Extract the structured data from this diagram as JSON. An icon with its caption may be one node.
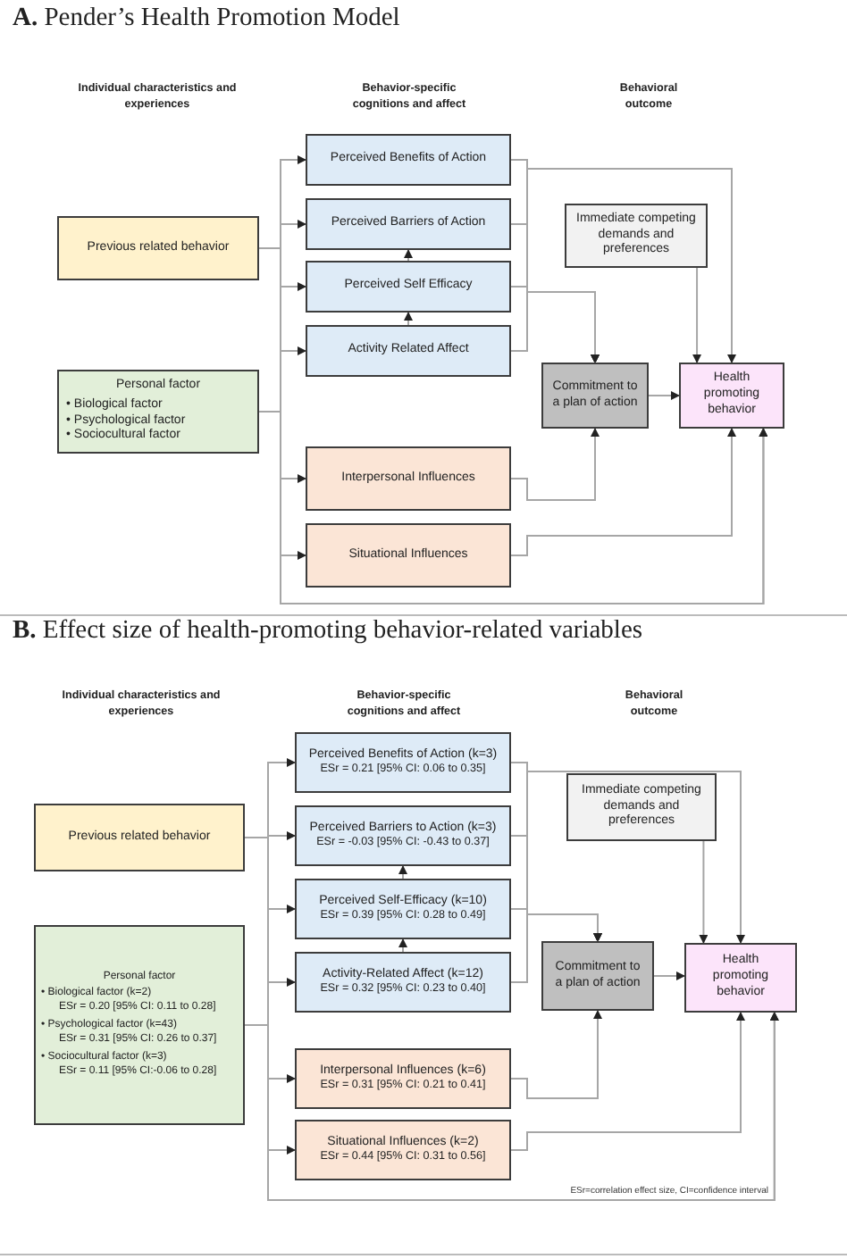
{
  "diagram": {
    "nodes": [
      {
        "text": [
          "Previous related behavior"
        ]
      },
      {
        "text": [
          "Personal factor",
          "• Biological factor",
          "• Psychological factor",
          "• Sociocultural factor"
        ]
      },
      {
        "text": [
          "Perceived Benefits of Action"
        ]
      },
      {
        "text": [
          "Perceived Barriers of Action"
        ]
      },
      {
        "text": [
          "Perceived Self Efficacy"
        ]
      },
      {
        "text": [
          "Activity Related Affect"
        ]
      },
      {
        "text": [
          "Interpersonal Influences"
        ]
      },
      {
        "text": [
          "Situational Influences"
        ]
      },
      {
        "text": [
          "Immediate competing demands and preferences"
        ]
      },
      {
        "text": [
          "Commitment to a plan of action"
        ]
      },
      {
        "text": [
          "Health promoting behavior"
        ]
      },
      {
        "text": [
          "Previous related behavior"
        ]
      },
      {
        "text": [
          "Personal factor",
          "• Biological factor (k=2)",
          "ESr = 0.20 [95% CI: 0.11 to 0.28]",
          "• Psychological factor (k=43)",
          "ESr = 0.31 [95% CI: 0.26 to 0.37]",
          "• Sociocultural factor (k=3)",
          "ESr = 0.11 [95% CI:-0.06 to 0.28]"
        ]
      },
      {
        "text": [
          "Perceived Benefits of Action (k=3)",
          "ESr = 0.21 [95% CI: 0.06 to 0.35]"
        ]
      },
      {
        "text": [
          "Perceived Barriers to Action (k=3)",
          "ESr = -0.03 [95% CI: -0.43 to 0.37]"
        ]
      },
      {
        "text": [
          "Perceived Self-Efficacy (k=10)",
          "ESr = 0.39 [95% CI: 0.28 to 0.49]"
        ]
      },
      {
        "text": [
          "Activity-Related Affect (k=12)",
          "ESr = 0.32 [95% CI: 0.23 to 0.40]"
        ]
      },
      {
        "text": [
          "Interpersonal Influences  (k=6)",
          "ESr = 0.31 [95% CI: 0.21 to 0.41]"
        ]
      },
      {
        "text": [
          "Situational Influences  (k=2)",
          "ESr = 0.44 [95% CI: 0.31 to 0.56]"
        ]
      },
      {
        "text": [
          "Immediate competing demands and preferences"
        ]
      },
      {
        "text": [
          "Commitment to a plan of action"
        ]
      },
      {
        "text": [
          "Health promoting behavior"
        ]
      }
    ],
    "edges": [
      {
        "from": 0,
        "to": 2,
        "arrow": "to"
      },
      {
        "from": 0,
        "to": 3,
        "arrow": "to"
      },
      {
        "from": 0,
        "to": 4,
        "arrow": "to"
      },
      {
        "from": 0,
        "to": 5,
        "arrow": "to"
      },
      {
        "from": 1,
        "to": 6,
        "arrow": "to"
      },
      {
        "from": 1,
        "to": 7,
        "arrow": "to"
      },
      {
        "from": 0,
        "to": 10,
        "arrow": "to"
      },
      {
        "from": 1,
        "to": 10,
        "arrow": "to"
      },
      {
        "from": 4,
        "to": 3,
        "arrow": "to"
      },
      {
        "from": 5,
        "to": 4,
        "arrow": "to"
      },
      {
        "from": 2,
        "to": 10,
        "arrow": "to"
      },
      {
        "from": 2,
        "to": 9,
        "arrow": "to"
      },
      {
        "from": 3,
        "to": 9,
        "arrow": "to"
      },
      {
        "from": 4,
        "to": 9,
        "arrow": "to"
      },
      {
        "from": 5,
        "to": 9,
        "arrow": "to"
      },
      {
        "from": 8,
        "to": 10,
        "arrow": "to"
      },
      {
        "from": 9,
        "to": 10,
        "arrow": "to"
      },
      {
        "from": 6,
        "to": 9,
        "arrow": "to"
      },
      {
        "from": 7,
        "to": 10,
        "arrow": "to"
      },
      {
        "from": 11,
        "to": 13,
        "arrow": "to"
      },
      {
        "from": 11,
        "to": 14,
        "arrow": "to"
      },
      {
        "from": 11,
        "to": 15,
        "arrow": "to"
      },
      {
        "from": 11,
        "to": 16,
        "arrow": "to"
      },
      {
        "from": 12,
        "to": 17,
        "arrow": "to"
      },
      {
        "from": 12,
        "to": 18,
        "arrow": "to"
      },
      {
        "from": 11,
        "to": 21,
        "arrow": "to"
      },
      {
        "from": 12,
        "to": 21,
        "arrow": "to"
      },
      {
        "from": 15,
        "to": 14,
        "arrow": "to"
      },
      {
        "from": 16,
        "to": 15,
        "arrow": "to"
      },
      {
        "from": 13,
        "to": 21,
        "arrow": "to"
      },
      {
        "from": 13,
        "to": 20,
        "arrow": "to"
      },
      {
        "from": 14,
        "to": 20,
        "arrow": "to"
      },
      {
        "from": 15,
        "to": 20,
        "arrow": "to"
      },
      {
        "from": 16,
        "to": 20,
        "arrow": "to"
      },
      {
        "from": 19,
        "to": 21,
        "arrow": "to"
      },
      {
        "from": 20,
        "to": 21,
        "arrow": "to"
      },
      {
        "from": 17,
        "to": 20,
        "arrow": "to"
      },
      {
        "from": 18,
        "to": 21,
        "arrow": "to"
      }
    ],
    "labels": [
      "**A.** Pender’s Health Promotion Model",
      "Individual characteristics and experiences",
      "Behavior-specific cognitions and affect",
      "Behavioral outcome",
      "**B.** Effect size of health-promoting behavior-related variables",
      "Individual characteristics and experiences",
      "Behavior-specific cognitions and affect",
      "Behavioral outcome",
      "ESr=correlation effect size, CI=confidence interval"
    ]
  }
}
